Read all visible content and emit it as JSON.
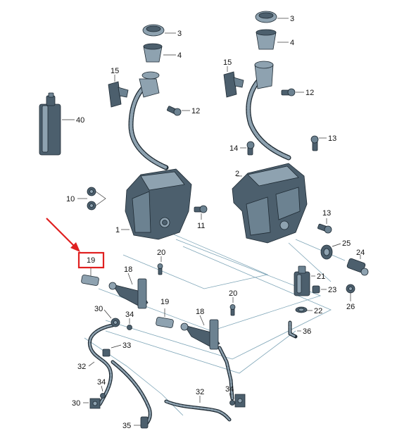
{
  "diagram": {
    "highlight_color": "#e02020",
    "part_color": "#4c5f6d",
    "highlighted_part": "19",
    "labels": {
      "l1": "1",
      "l2": "2",
      "l3a": "3",
      "l3b": "3",
      "l4a": "4",
      "l4b": "4",
      "l10": "10",
      "l11": "11",
      "l12a": "12",
      "l12b": "12",
      "l13a": "13",
      "l13b": "13",
      "l14": "14",
      "l15a": "15",
      "l15b": "15",
      "l18a": "18",
      "l18b": "18",
      "l19a": "19",
      "l19b": "19",
      "l20a": "20",
      "l20b": "20",
      "l21": "21",
      "l22": "22",
      "l23": "23",
      "l24": "24",
      "l25": "25",
      "l26": "26",
      "l30a": "30",
      "l30b": "30",
      "l32a": "32",
      "l32b": "32",
      "l33": "33",
      "l34a": "34",
      "l34b": "34",
      "l34c": "34",
      "l35": "35",
      "l36": "36",
      "l40": "40"
    }
  }
}
